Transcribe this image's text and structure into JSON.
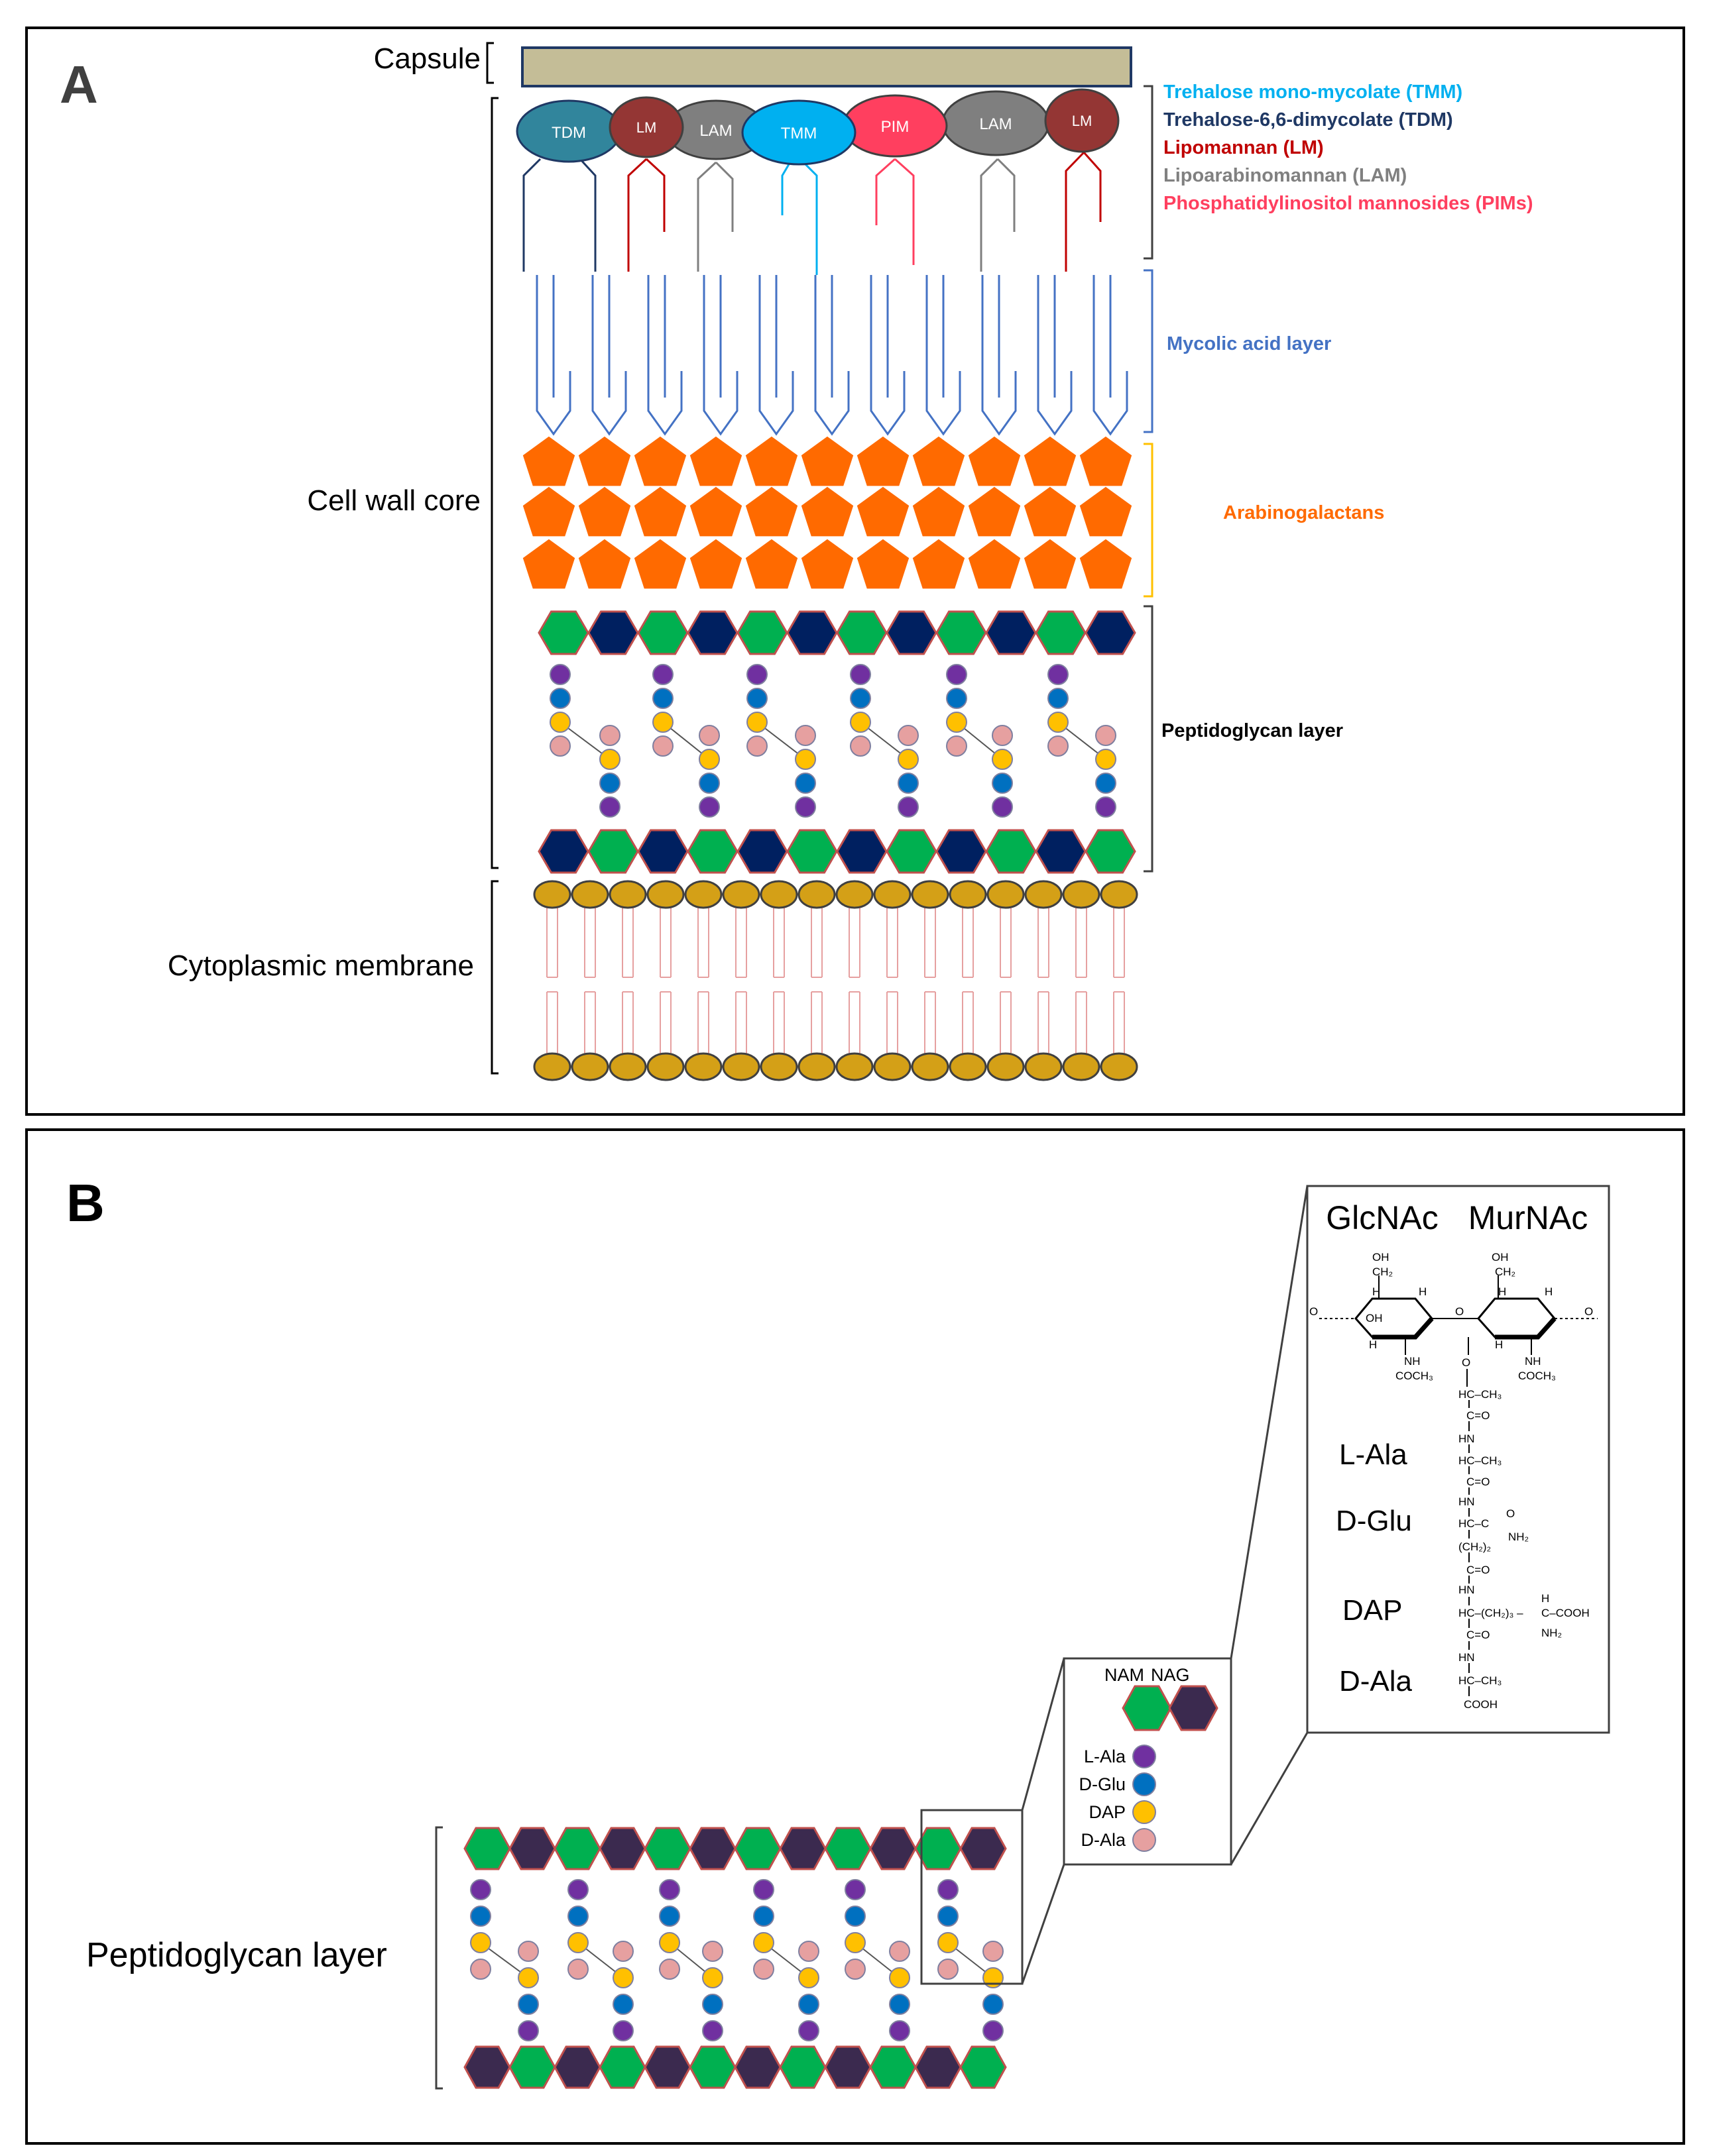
{
  "panel_a": {
    "letter": "A",
    "labels": {
      "capsule": "Capsule",
      "cell_wall_core": "Cell wall core",
      "cytoplasmic_membrane": "Cytoplasmic membrane"
    },
    "glycolipids": [
      {
        "label": "TDM",
        "color": "#31859C"
      },
      {
        "label": "LM",
        "color": "#943634"
      },
      {
        "label": "LAM",
        "color": "#7F7F7F"
      },
      {
        "label": "TMM",
        "color": "#00B0F0"
      },
      {
        "label": "PIM",
        "color": "#FF3F5F"
      },
      {
        "label": "LAM",
        "color": "#7F7F7F"
      },
      {
        "label": "LM",
        "color": "#943634"
      }
    ],
    "legend": [
      {
        "text": "Trehalose mono-mycolate (TMM)",
        "color": "#00B0F0"
      },
      {
        "text": "Trehalose-6,6-dimycolate (TDM)",
        "color": "#1F3864"
      },
      {
        "text": "Lipomannan (LM)",
        "color": "#C00000"
      },
      {
        "text": "Lipoarabinomannan (LAM)",
        "color": "#808080"
      },
      {
        "text": "Phosphatidylinositol mannosides (PIMs)",
        "color": "#FF3F5F"
      }
    ],
    "layer_labels": {
      "mycolic": "Mycolic acid layer",
      "arabinogalactans": "Arabinogalactans",
      "peptidoglycan": "Peptidoglycan layer"
    }
  },
  "panel_b": {
    "letter": "B",
    "peptidoglycan_label": "Peptidoglycan layer",
    "key": {
      "header_nam": "NAM",
      "header_nag": "NAG",
      "residues": [
        {
          "label": "L-Ala",
          "color": "#7030A0"
        },
        {
          "label": "D-Glu",
          "color": "#0070C0"
        },
        {
          "label": "DAP",
          "color": "#FFC000"
        },
        {
          "label": "D-Ala",
          "color": "#E6A0A0"
        }
      ]
    },
    "structure": {
      "glcnac": "GlcNAc",
      "murnac": "MurNAc",
      "residues": [
        "L-Ala",
        "D-Glu",
        "DAP",
        "D-Ala"
      ],
      "chem": {
        "oh": "OH",
        "ch2": "CH₂",
        "h": "H",
        "o": "O",
        "nh": "NH",
        "coch3": "COCH₃",
        "hc_ch3": "HC–CH₃",
        "c_eq_o": "C=O",
        "hn": "HN",
        "hc_c": "HC–C",
        "nh2": "NH₂",
        "ch2_2": "(CH₂)₂",
        "hc_ch2_3": "HC–(CH₂)₃ –",
        "c_cooh": "C–COOH",
        "cooh": "COOH"
      }
    }
  },
  "colors": {
    "nam": "#00B050",
    "nag_a": "#002060",
    "nag_b": "#3B2A4F",
    "hex_stroke": "#C0504D",
    "arabino": "#FF6A00",
    "membrane": "#D4A017",
    "capsule": "#C4BD97",
    "mycolic": "#4472C4",
    "lipid_tail": "#E6A0A0"
  }
}
